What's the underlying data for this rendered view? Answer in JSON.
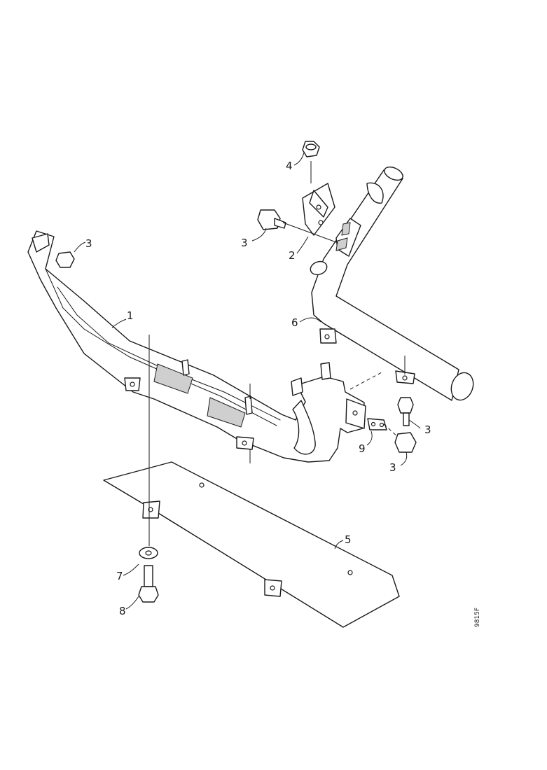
{
  "diagram": {
    "callouts": [
      "1",
      "2",
      "3",
      "3",
      "3",
      "3",
      "4",
      "5",
      "6",
      "7",
      "8",
      "9"
    ],
    "reference_code": "9815F"
  }
}
